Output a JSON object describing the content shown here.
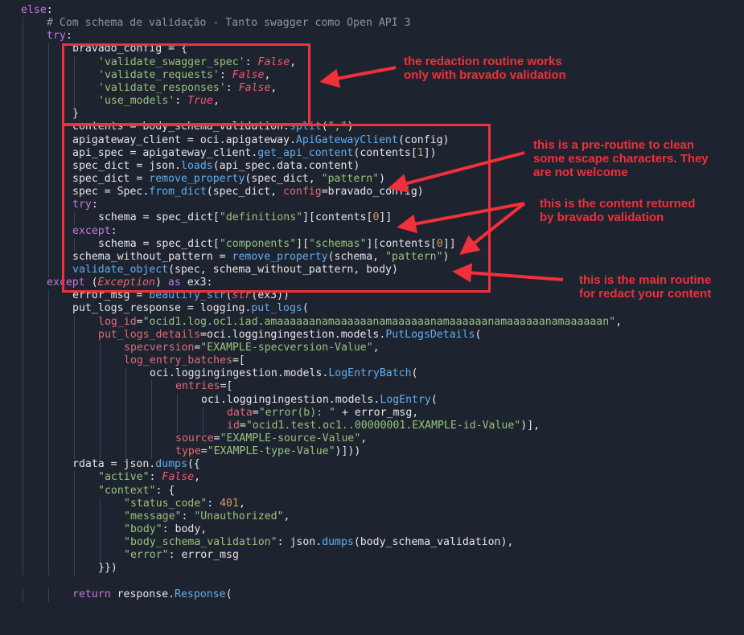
{
  "colors": {
    "background": "#1e2330",
    "keyword": "#c678dd",
    "comment": "#8b95a7",
    "string": "#98c379",
    "boolean": "#ef596f",
    "function": "#61afef",
    "number": "#d19a66",
    "annotation": "#f0303a"
  },
  "code_lines": [
    {
      "indent": 0,
      "tokens": [
        [
          "kw",
          "else"
        ],
        [
          "op",
          ":"
        ]
      ]
    },
    {
      "indent": 1,
      "tokens": [
        [
          "cm",
          "# Com schema de validação - Tanto swagger como Open API 3"
        ]
      ]
    },
    {
      "indent": 1,
      "tokens": [
        [
          "kw",
          "try"
        ],
        [
          "op",
          ":"
        ]
      ]
    },
    {
      "indent": 2,
      "tokens": [
        [
          "id",
          "bravado_config "
        ],
        [
          "op",
          "= {"
        ]
      ]
    },
    {
      "indent": 3,
      "tokens": [
        [
          "key",
          "'validate_swagger_spec'"
        ],
        [
          "op",
          ": "
        ],
        [
          "bool",
          "False"
        ],
        [
          "op",
          ","
        ]
      ]
    },
    {
      "indent": 3,
      "tokens": [
        [
          "key",
          "'validate_requests'"
        ],
        [
          "op",
          ": "
        ],
        [
          "bool",
          "False"
        ],
        [
          "op",
          ","
        ]
      ]
    },
    {
      "indent": 3,
      "tokens": [
        [
          "key",
          "'validate_responses'"
        ],
        [
          "op",
          ": "
        ],
        [
          "bool",
          "False"
        ],
        [
          "op",
          ","
        ]
      ]
    },
    {
      "indent": 3,
      "tokens": [
        [
          "key",
          "'use_models'"
        ],
        [
          "op",
          ": "
        ],
        [
          "bool",
          "True"
        ],
        [
          "op",
          ","
        ]
      ]
    },
    {
      "indent": 2,
      "tokens": [
        [
          "op",
          "}"
        ]
      ]
    },
    {
      "indent": 2,
      "tokens": [
        [
          "id",
          "contents "
        ],
        [
          "op",
          "= "
        ],
        [
          "id",
          "body_schema_validation."
        ],
        [
          "fn",
          "split"
        ],
        [
          "op",
          "("
        ],
        [
          "str",
          "\",\""
        ],
        [
          "op",
          ")"
        ]
      ]
    },
    {
      "indent": 2,
      "tokens": [
        [
          "id",
          "apigateway_client "
        ],
        [
          "op",
          "= "
        ],
        [
          "id",
          "oci.apigateway."
        ],
        [
          "cls",
          "ApiGatewayClient"
        ],
        [
          "op",
          "(config)"
        ]
      ]
    },
    {
      "indent": 2,
      "tokens": [
        [
          "id",
          "api_spec "
        ],
        [
          "op",
          "= "
        ],
        [
          "id",
          "apigateway_client."
        ],
        [
          "fn",
          "get_api_content"
        ],
        [
          "op",
          "(contents["
        ],
        [
          "num",
          "1"
        ],
        [
          "op",
          "])"
        ]
      ]
    },
    {
      "indent": 2,
      "tokens": [
        [
          "id",
          "spec_dict "
        ],
        [
          "op",
          "= "
        ],
        [
          "id",
          "json."
        ],
        [
          "fn",
          "loads"
        ],
        [
          "op",
          "(api_spec.data.content)"
        ]
      ]
    },
    {
      "indent": 2,
      "tokens": [
        [
          "id",
          "spec_dict "
        ],
        [
          "op",
          "= "
        ],
        [
          "fn",
          "remove_property"
        ],
        [
          "op",
          "(spec_dict, "
        ],
        [
          "str",
          "\"pattern\""
        ],
        [
          "op",
          ")"
        ]
      ]
    },
    {
      "indent": 2,
      "tokens": [
        [
          "id",
          "spec "
        ],
        [
          "op",
          "= "
        ],
        [
          "id",
          "Spec."
        ],
        [
          "fn",
          "from_dict"
        ],
        [
          "op",
          "(spec_dict, "
        ],
        [
          "param",
          "config"
        ],
        [
          "op",
          "=bravado_config)"
        ]
      ]
    },
    {
      "indent": 2,
      "tokens": [
        [
          "kw",
          "try"
        ],
        [
          "op",
          ":"
        ]
      ]
    },
    {
      "indent": 3,
      "tokens": [
        [
          "id",
          "schema "
        ],
        [
          "op",
          "= "
        ],
        [
          "id",
          "spec_dict["
        ],
        [
          "str",
          "\"definitions\""
        ],
        [
          "op",
          "]["
        ],
        [
          "id",
          "contents["
        ],
        [
          "num",
          "0"
        ],
        [
          "op",
          "]]"
        ]
      ]
    },
    {
      "indent": 2,
      "tokens": [
        [
          "kw",
          "except"
        ],
        [
          "op",
          ":"
        ]
      ]
    },
    {
      "indent": 3,
      "tokens": [
        [
          "id",
          "schema "
        ],
        [
          "op",
          "= "
        ],
        [
          "id",
          "spec_dict["
        ],
        [
          "str",
          "\"components\""
        ],
        [
          "op",
          "]["
        ],
        [
          "str",
          "\"schemas\""
        ],
        [
          "op",
          "]["
        ],
        [
          "id",
          "contents["
        ],
        [
          "num",
          "0"
        ],
        [
          "op",
          "]]"
        ]
      ]
    },
    {
      "indent": 2,
      "tokens": [
        [
          "id",
          "schema_without_pattern "
        ],
        [
          "op",
          "= "
        ],
        [
          "fn",
          "remove_property"
        ],
        [
          "op",
          "(schema, "
        ],
        [
          "str",
          "\"pattern\""
        ],
        [
          "op",
          ")"
        ]
      ]
    },
    {
      "indent": 2,
      "tokens": [
        [
          "fn",
          "validate_object"
        ],
        [
          "op",
          "(spec, schema_without_pattern, body)"
        ]
      ]
    },
    {
      "indent": 1,
      "tokens": [
        [
          "kw",
          "except "
        ],
        [
          "op",
          "("
        ],
        [
          "bi",
          "Exception"
        ],
        [
          "op",
          ") "
        ],
        [
          "kw",
          "as "
        ],
        [
          "id",
          "ex3:"
        ]
      ]
    },
    {
      "indent": 2,
      "tokens": [
        [
          "id",
          "error_msg "
        ],
        [
          "op",
          "= "
        ],
        [
          "fn",
          "beautify_str"
        ],
        [
          "op",
          "("
        ],
        [
          "bi",
          "str"
        ],
        [
          "op",
          "(ex3))"
        ]
      ]
    },
    {
      "indent": 2,
      "tokens": [
        [
          "id",
          "put_logs_response "
        ],
        [
          "op",
          "= "
        ],
        [
          "id",
          "logging."
        ],
        [
          "fn",
          "put_logs"
        ],
        [
          "op",
          "("
        ]
      ]
    },
    {
      "indent": 3,
      "tokens": [
        [
          "param",
          "log_id"
        ],
        [
          "op",
          "="
        ],
        [
          "str",
          "\"ocid1.log.oc1.iad.amaaaaaanamaaaaaanamaaaaaanamaaaaaanamaaaaaanamaaaaaan\""
        ],
        [
          "op",
          ","
        ]
      ]
    },
    {
      "indent": 3,
      "tokens": [
        [
          "param",
          "put_logs_details"
        ],
        [
          "op",
          "="
        ],
        [
          "id",
          "oci.loggingingestion.models."
        ],
        [
          "cls",
          "PutLogsDetails"
        ],
        [
          "op",
          "("
        ]
      ]
    },
    {
      "indent": 4,
      "tokens": [
        [
          "param",
          "specversion"
        ],
        [
          "op",
          "="
        ],
        [
          "str",
          "\"EXAMPLE-specversion-Value\""
        ],
        [
          "op",
          ","
        ]
      ]
    },
    {
      "indent": 4,
      "tokens": [
        [
          "param",
          "log_entry_batches"
        ],
        [
          "op",
          "=["
        ]
      ]
    },
    {
      "indent": 5,
      "tokens": [
        [
          "id",
          "oci.loggingingestion.models."
        ],
        [
          "cls",
          "LogEntryBatch"
        ],
        [
          "op",
          "("
        ]
      ]
    },
    {
      "indent": 6,
      "tokens": [
        [
          "param",
          "entries"
        ],
        [
          "op",
          "=["
        ]
      ]
    },
    {
      "indent": 7,
      "tokens": [
        [
          "id",
          "oci.loggingingestion.models."
        ],
        [
          "cls",
          "LogEntry"
        ],
        [
          "op",
          "("
        ]
      ]
    },
    {
      "indent": 8,
      "tokens": [
        [
          "param",
          "data"
        ],
        [
          "op",
          "="
        ],
        [
          "str",
          "\"error(b): \""
        ],
        [
          "op",
          " + error_msg,"
        ]
      ]
    },
    {
      "indent": 8,
      "tokens": [
        [
          "param",
          "id"
        ],
        [
          "op",
          "="
        ],
        [
          "str",
          "\"ocid1.test.oc1..00000001.EXAMPLE-id-Value\""
        ],
        [
          "op",
          ")],"
        ]
      ]
    },
    {
      "indent": 6,
      "tokens": [
        [
          "param",
          "source"
        ],
        [
          "op",
          "="
        ],
        [
          "str",
          "\"EXAMPLE-source-Value\""
        ],
        [
          "op",
          ","
        ]
      ]
    },
    {
      "indent": 6,
      "tokens": [
        [
          "param",
          "type"
        ],
        [
          "op",
          "="
        ],
        [
          "str",
          "\"EXAMPLE-type-Value\""
        ],
        [
          "op",
          ")]))"
        ]
      ]
    },
    {
      "indent": 2,
      "tokens": [
        [
          "id",
          "rdata "
        ],
        [
          "op",
          "= "
        ],
        [
          "id",
          "json."
        ],
        [
          "fn",
          "dumps"
        ],
        [
          "op",
          "({"
        ]
      ]
    },
    {
      "indent": 3,
      "tokens": [
        [
          "key",
          "\"active\""
        ],
        [
          "op",
          ": "
        ],
        [
          "bool",
          "False"
        ],
        [
          "op",
          ","
        ]
      ]
    },
    {
      "indent": 3,
      "tokens": [
        [
          "key",
          "\"context\""
        ],
        [
          "op",
          ": {"
        ]
      ]
    },
    {
      "indent": 4,
      "tokens": [
        [
          "key",
          "\"status_code\""
        ],
        [
          "op",
          ": "
        ],
        [
          "num",
          "401"
        ],
        [
          "op",
          ","
        ]
      ]
    },
    {
      "indent": 4,
      "tokens": [
        [
          "key",
          "\"message\""
        ],
        [
          "op",
          ": "
        ],
        [
          "str",
          "\"Unauthorized\""
        ],
        [
          "op",
          ","
        ]
      ]
    },
    {
      "indent": 4,
      "tokens": [
        [
          "key",
          "\"body\""
        ],
        [
          "op",
          ": body,"
        ]
      ]
    },
    {
      "indent": 4,
      "tokens": [
        [
          "key",
          "\"body_schema_validation\""
        ],
        [
          "op",
          ": "
        ],
        [
          "id",
          "json."
        ],
        [
          "fn",
          "dumps"
        ],
        [
          "op",
          "(body_schema_validation),"
        ]
      ]
    },
    {
      "indent": 4,
      "tokens": [
        [
          "key",
          "\"error\""
        ],
        [
          "op",
          ": error_msg"
        ]
      ]
    },
    {
      "indent": 3,
      "tokens": [
        [
          "op",
          "}})"
        ]
      ]
    },
    {
      "indent": 0,
      "tokens": []
    },
    {
      "indent": 2,
      "tokens": [
        [
          "kw",
          "return "
        ],
        [
          "id",
          "response."
        ],
        [
          "cls",
          "Response"
        ],
        [
          "op",
          "("
        ]
      ]
    }
  ],
  "annotations": {
    "note_bravado_1": "the redaction routine works",
    "note_bravado_2": "only with bravado validation",
    "note_pre_1": "this is a pre-routine to clean",
    "note_pre_2": "some escape characters. They",
    "note_pre_3": "are not welcome",
    "note_content_1": "this is the content returned",
    "note_content_2": "by bravado validation",
    "note_main_1": "this is the main routine",
    "note_main_2": "for redact your content"
  }
}
